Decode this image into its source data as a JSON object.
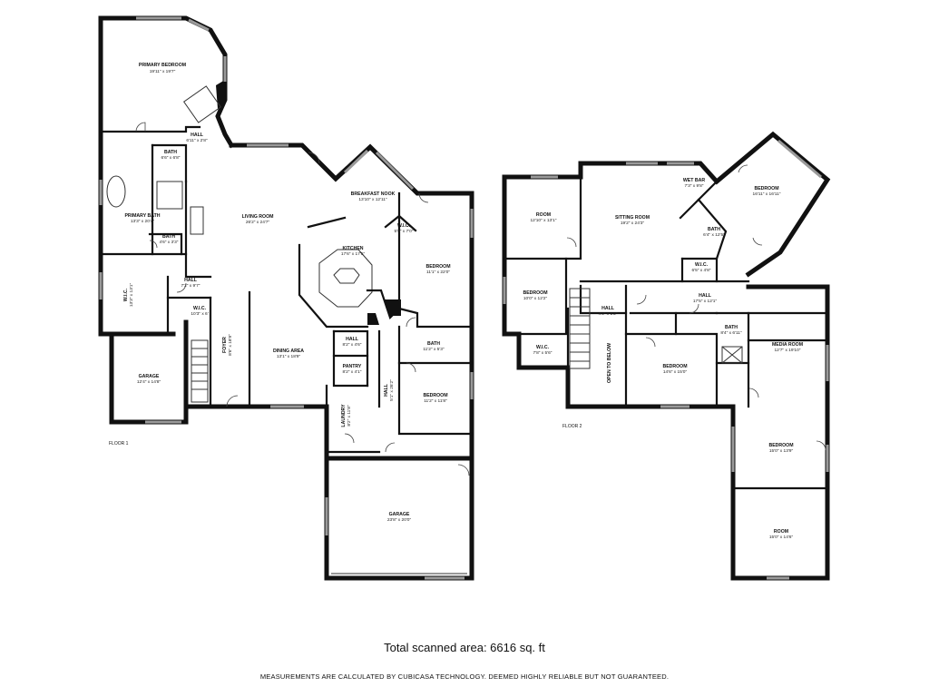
{
  "floors": [
    {
      "label": "FLOOR 1",
      "rooms": [
        {
          "id": "primary-bedroom",
          "name": "PRIMARY BEDROOM",
          "dims": "19'11\" x 19'7\""
        },
        {
          "id": "hall-a",
          "name": "HALL",
          "dims": "6'11\" x 2'8\""
        },
        {
          "id": "bath-a",
          "name": "BATH",
          "dims": "6'6\" x 6'8\""
        },
        {
          "id": "primary-bath",
          "name": "PRIMARY BATH",
          "dims": "13'3\" x 20'4\""
        },
        {
          "id": "bath-b",
          "name": "BATH",
          "dims": "4'6\" x 3'3\""
        },
        {
          "id": "wic-a",
          "name": "W.I.C.",
          "dims": "13'3\" x 13'1\""
        },
        {
          "id": "living-room",
          "name": "LIVING ROOM",
          "dims": "26'2\" x 24'7\""
        },
        {
          "id": "breakfast-nook",
          "name": "BREAKFAST NOOK",
          "dims": "13'10\" x 12'11\""
        },
        {
          "id": "kitchen",
          "name": "KITCHEN",
          "dims": "17'6\" x 17'5\""
        },
        {
          "id": "wic-b",
          "name": "W.I.C.",
          "dims": "5'9\" x 7'0\""
        },
        {
          "id": "bedroom-a",
          "name": "BEDROOM",
          "dims": "11'1\" x 22'0\""
        },
        {
          "id": "hall-b",
          "name": "HALL",
          "dims": "7'2\" x 9'7\""
        },
        {
          "id": "wic-c",
          "name": "W.I.C.",
          "dims": "10'3\" x 6'"
        },
        {
          "id": "foyer",
          "name": "FOYER",
          "dims": "8'6\" x 18'9\""
        },
        {
          "id": "dining-area",
          "name": "DINING AREA",
          "dims": "13'1\" x 18'9\""
        },
        {
          "id": "hall-c",
          "name": "HALL",
          "dims": "8'2\" x 4'6\""
        },
        {
          "id": "pantry",
          "name": "PANTRY",
          "dims": "8'2\" x 4'1\""
        },
        {
          "id": "bath-c",
          "name": "BATH",
          "dims": "11'2\" x 5'3\""
        },
        {
          "id": "bedroom-b",
          "name": "BEDROOM",
          "dims": "11'2\" x 11'8\""
        },
        {
          "id": "laundry",
          "name": "LAUNDRY",
          "dims": "8'2\" x 11'8\""
        },
        {
          "id": "hall-d",
          "name": "HALL",
          "dims": "5'1\" x 26'2\""
        },
        {
          "id": "garage-small",
          "name": "GARAGE",
          "dims": "12'4\" x 14'8\""
        },
        {
          "id": "garage-large",
          "name": "GARAGE",
          "dims": "23'8\" x 20'0\""
        }
      ]
    },
    {
      "label": "FLOOR 2",
      "rooms": [
        {
          "id": "room-a",
          "name": "ROOM",
          "dims": "12'10\" x 13'1\""
        },
        {
          "id": "sitting-room",
          "name": "SITTING ROOM",
          "dims": "19'2\" x 24'3\""
        },
        {
          "id": "wet-bar",
          "name": "WET BAR",
          "dims": "7'3\" x 9'8\""
        },
        {
          "id": "bedroom-c",
          "name": "BEDROOM",
          "dims": "16'11\" x 16'11\""
        },
        {
          "id": "bath-d",
          "name": "BATH",
          "dims": "6'4\" x 12'5\""
        },
        {
          "id": "wic-d",
          "name": "W.I.C.",
          "dims": "6'5\" x 4'8\""
        },
        {
          "id": "bedroom-d",
          "name": "BEDROOM",
          "dims": "10'0\" x 12'2\""
        },
        {
          "id": "hall-e",
          "name": "HALL",
          "dims": "4'3\" x 1'2\""
        },
        {
          "id": "hall-f",
          "name": "HALL",
          "dims": "17'5\" x 12'1\""
        },
        {
          "id": "wic-e",
          "name": "W.I.C.",
          "dims": "7'8\" x 5'6\""
        },
        {
          "id": "open-below",
          "name": "OPEN TO BELOW",
          "dims": ""
        },
        {
          "id": "bath-e",
          "name": "BATH",
          "dims": "8'4\" x 6'11\""
        },
        {
          "id": "bedroom-e",
          "name": "BEDROOM",
          "dims": "14'6\" x 15'0\""
        },
        {
          "id": "media-room",
          "name": "MEDIA ROOM",
          "dims": "12'7\" x 19'10\""
        },
        {
          "id": "bedroom-f",
          "name": "BEDROOM",
          "dims": "15'0\" x 13'9\""
        },
        {
          "id": "room-b",
          "name": "ROOM",
          "dims": "15'0\" x 14'6\""
        }
      ]
    }
  ],
  "summary": {
    "total_label": "Total scanned area: 6616 sq. ft",
    "disclaimer": "MEASUREMENTS ARE CALCULATED BY CUBICASA TECHNOLOGY. DEEMED HIGHLY RELIABLE BUT NOT GUARANTEED."
  }
}
